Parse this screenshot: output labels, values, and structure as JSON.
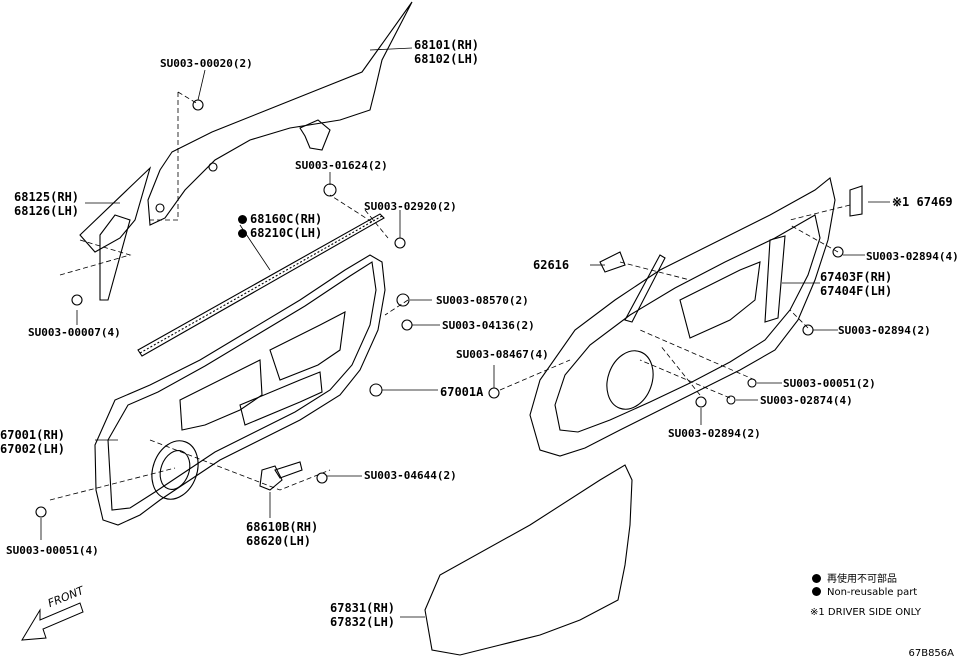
{
  "labels": {
    "p68101": [
      "68101(RH)",
      "68102(LH)"
    ],
    "su0020": "SU003-00020(2)",
    "p68125": [
      "68125(RH)",
      "68126(LH)"
    ],
    "su01624": "SU003-01624(2)",
    "su02920": "SU003-02920(2)",
    "p68160": [
      "68160C(RH)",
      "68210C(LH)"
    ],
    "su0007": "SU003-00007(4)",
    "su08570": "SU003-08570(2)",
    "su04136": "SU003-04136(2)",
    "p67001a": "67001A",
    "p67001": [
      "67001(RH)",
      "67002(LH)"
    ],
    "su04644": "SU003-04644(2)",
    "p68610": [
      "68610B(RH)",
      "68620(LH)"
    ],
    "su0051l": "SU003-00051(4)",
    "p67469": "67469",
    "p67469pre": "※1",
    "su02894a": "SU003-02894(4)",
    "p62616": "62616",
    "p67403": [
      "67403F(RH)",
      "67404F(LH)"
    ],
    "su02894b": "SU003-02894(2)",
    "su08467": "SU003-08467(4)",
    "su0051r": "SU003-00051(2)",
    "su02874": "SU003-02874(4)",
    "su02894c": "SU003-02894(2)",
    "p67831": [
      "67831(RH)",
      "67832(LH)"
    ]
  },
  "legend": {
    "jp": "再使用不可部品",
    "en": "Non-reusable part",
    "note": "※1 DRIVER SIDE ONLY"
  },
  "front_label": "FRONT",
  "drawing_code": "67B856A"
}
